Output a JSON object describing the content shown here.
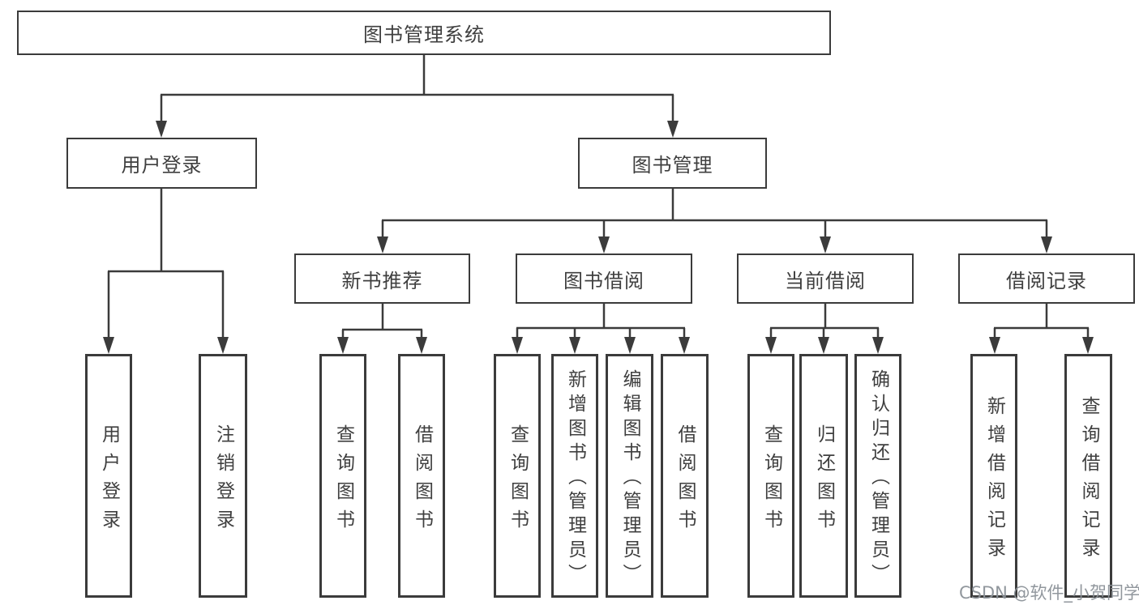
{
  "diagram": {
    "type": "hierarchy-tree",
    "title": "图书管理系统",
    "colors": {
      "line": "#3b3b3b",
      "border": "#3b3b3b",
      "text": "#3f3f3f",
      "background": "#ffffff",
      "watermark_text": "#8b9198"
    },
    "tree": {
      "root": {
        "label": "图书管理系统",
        "children": [
          {
            "label": "用户登录",
            "children": [
              {
                "label": "用户登录"
              },
              {
                "label": "注销登录"
              }
            ]
          },
          {
            "label": "图书管理",
            "children": [
              {
                "label": "新书推荐",
                "children": [
                  {
                    "label": "查询图书"
                  },
                  {
                    "label": "借阅图书"
                  }
                ]
              },
              {
                "label": "图书借阅",
                "children": [
                  {
                    "label": "查询图书"
                  },
                  {
                    "label": "新增图书（管理员）"
                  },
                  {
                    "label": "编辑图书（管理员）"
                  },
                  {
                    "label": "借阅图书"
                  }
                ]
              },
              {
                "label": "当前借阅",
                "children": [
                  {
                    "label": "查询图书"
                  },
                  {
                    "label": "归还图书"
                  },
                  {
                    "label": "确认归还（管理员）"
                  }
                ]
              },
              {
                "label": "借阅记录",
                "children": [
                  {
                    "label": "新增借阅记录"
                  },
                  {
                    "label": "查询借阅记录"
                  }
                ]
              }
            ]
          }
        ]
      }
    }
  },
  "watermark": {
    "text": "CSDN @软件_小贺同学"
  }
}
